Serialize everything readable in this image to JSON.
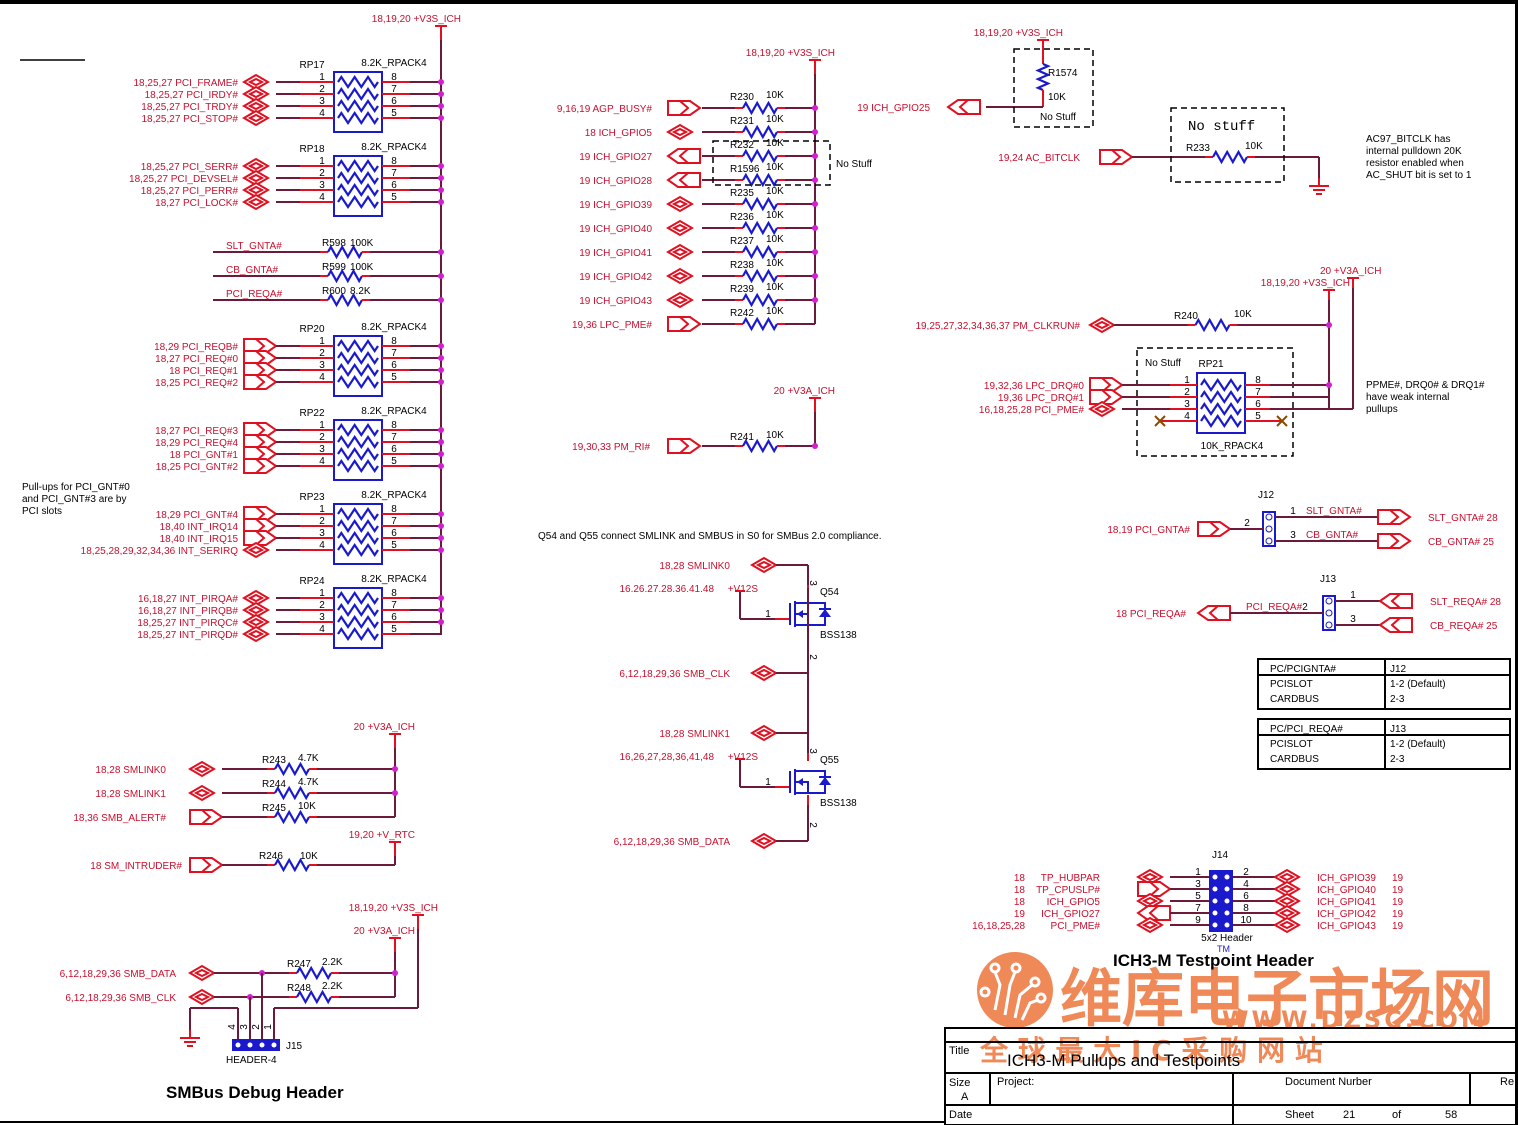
{
  "sheet": {
    "title_label": "Title",
    "title": "ICH3-M Pullups and Testpoints",
    "size_label": "Size",
    "size": "A",
    "project_label": "Project:",
    "document_number_label": "Document Nurber",
    "rev_label": "Re",
    "date_label": "Date",
    "sheet_label": "Sheet",
    "sheet_number": "21",
    "of_label": "of",
    "sheet_total": "58"
  },
  "watermark": {
    "brand_cn": "维库电子市场网",
    "url": "WWW.DZSC.COM",
    "slogan_cn": "全 球 最 大 I C 采 购 网 站",
    "tm": "TM"
  },
  "headings": {
    "smbus_debug": "SMBus Debug Header",
    "testpoint_header": "ICH3-M Testpoint Header"
  },
  "rails": {
    "v3s_main": "18,19,20  +V3S_ICH",
    "v3s_mid": "18,19,20  +V3S_ICH",
    "v3s_right": "18,19,20  +V3S_ICH",
    "v3a_pmri": "20  +V3A_ICH",
    "v3a_rp21": "20  +V3A_ICH",
    "v3s_rp21": "18,19,20  +V3S_ICH",
    "v3a_smlink": "20  +V3A_ICH",
    "vrtc": "19,20  +V_RTC",
    "v3s_debug": "18,19,20  +V3S_ICH",
    "v3a_debug": "20  +V3A_ICH"
  },
  "rpacks": [
    {
      "ref": "RP17",
      "value": "8.2K_RPACK4",
      "nets": [
        [
          "18,25,27",
          "PCI_FRAME#"
        ],
        [
          "18,25,27",
          "PCI_IRDY#"
        ],
        [
          "18,25,27",
          "PCI_TRDY#"
        ],
        [
          "18,25,27",
          "PCI_STOP#"
        ]
      ],
      "port": "bidir"
    },
    {
      "ref": "RP18",
      "value": "8.2K_RPACK4",
      "nets": [
        [
          "18,25,27",
          "PCI_SERR#"
        ],
        [
          "18,25,27",
          "PCI_DEVSEL#"
        ],
        [
          "18,25,27",
          "PCI_PERR#"
        ],
        [
          "18,27",
          "PCI_LOCK#"
        ]
      ],
      "port": "bidir"
    },
    {
      "ref": "RP20",
      "value": "8.2K_RPACK4",
      "nets": [
        [
          "18,29",
          "PCI_REQB#"
        ],
        [
          "18,27",
          "PCI_REQ#0"
        ],
        [
          "18",
          "PCI_REQ#1"
        ],
        [
          "18,25",
          "PCI_REQ#2"
        ]
      ],
      "port": "in"
    },
    {
      "ref": "RP22",
      "value": "8.2K_RPACK4",
      "nets": [
        [
          "18,27",
          "PCI_REQ#3"
        ],
        [
          "18,29",
          "PCI_REQ#4"
        ],
        [
          "18",
          "PCI_GNT#1"
        ],
        [
          "18,25",
          "PCI_GNT#2"
        ]
      ],
      "port": "in"
    },
    {
      "ref": "RP23",
      "value": "8.2K_RPACK4",
      "nets": [
        [
          "18,29",
          "PCI_GNT#4"
        ],
        [
          "18,40",
          "INT_IRQ14"
        ],
        [
          "18,40",
          "INT_IRQ15"
        ],
        [
          "18,25,28,29,32,34,36",
          "INT_SERIRQ"
        ]
      ],
      "port": "mixed"
    },
    {
      "ref": "RP24",
      "value": "8.2K_RPACK4",
      "nets": [
        [
          "16,18,27",
          "INT_PIRQA#"
        ],
        [
          "16,18,27",
          "INT_PIRQB#"
        ],
        [
          "18,25,27",
          "INT_PIRQC#"
        ],
        [
          "18,25,27",
          "INT_PIRQD#"
        ]
      ],
      "port": "bidir"
    }
  ],
  "pin_numbers": {
    "left": [
      "1",
      "2",
      "3",
      "4"
    ],
    "right": [
      "8",
      "7",
      "6",
      "5"
    ]
  },
  "single_pullups_left": [
    {
      "net": "SLT_GNTA#",
      "ref": "R598",
      "value": "100K"
    },
    {
      "net": "CB_GNTA#",
      "ref": "R599",
      "value": "100K"
    },
    {
      "net": "PCI_REQA#",
      "ref": "R600",
      "value": "8.2K"
    }
  ],
  "pci_gnt_note": [
    "Pull-ups for PCI_GNT#0",
    "and PCI_GNT#3 are by",
    "PCI slots"
  ],
  "gpio_pullups": [
    {
      "pages": "9,16,19",
      "net": "AGP_BUSY#",
      "ref": "R230",
      "value": "10K",
      "port": "in"
    },
    {
      "pages": "18",
      "net": "ICH_GPIO5",
      "ref": "R231",
      "value": "10K",
      "port": "bidir"
    },
    {
      "pages": "19",
      "net": "ICH_GPIO27",
      "ref": "R232",
      "value": "10K",
      "port": "out"
    },
    {
      "pages": "19",
      "net": "ICH_GPIO28",
      "ref": "R1596",
      "value": "10K",
      "port": "out"
    },
    {
      "pages": "19",
      "net": "ICH_GPIO39",
      "ref": "R235",
      "value": "10K",
      "port": "bidir"
    },
    {
      "pages": "19",
      "net": "ICH_GPIO40",
      "ref": "R236",
      "value": "10K",
      "port": "bidir"
    },
    {
      "pages": "19",
      "net": "ICH_GPIO41",
      "ref": "R237",
      "value": "10K",
      "port": "bidir"
    },
    {
      "pages": "19",
      "net": "ICH_GPIO42",
      "ref": "R238",
      "value": "10K",
      "port": "bidir"
    },
    {
      "pages": "19",
      "net": "ICH_GPIO43",
      "ref": "R239",
      "value": "10K",
      "port": "bidir"
    },
    {
      "pages": "19,36",
      "net": "LPC_PME#",
      "ref": "R242",
      "value": "10K",
      "port": "in"
    }
  ],
  "no_stuff": "No Stuff",
  "no_stuff_lower": "No stuff",
  "pm_ri": {
    "pages": "19,30,33",
    "net": "PM_RI#",
    "ref": "R241",
    "value": "10K"
  },
  "smbus_note": "Q54 and Q55 connect SMLINK and SMBUS in S0 for SMBus 2.0 compliance.",
  "fets": [
    {
      "ref": "Q54",
      "part": "BSS138",
      "top_pages": "18,28",
      "top_net": "SMLINK0",
      "gate_pages": "16.26.27.28.36.41.48",
      "gate_net": "+V12S",
      "bot_pages": "6,12,18,29,36",
      "bot_net": "SMB_CLK"
    },
    {
      "ref": "Q55",
      "part": "BSS138",
      "top_pages": "18,28",
      "top_net": "SMLINK1",
      "gate_pages": "16,26,27,28,36,41,48",
      "gate_net": "+V12S",
      "bot_pages": "6,12,18,29,36",
      "bot_net": "SMB_DATA"
    }
  ],
  "fet_pins": {
    "drain": "3",
    "gate": "1",
    "source": "2"
  },
  "gpio25": {
    "pages": "19",
    "net": "ICH_GPIO25",
    "ref": "R1574",
    "value": "10K"
  },
  "ac_bitclk": {
    "pages": "19,24",
    "net": "AC_BITCLK",
    "ref": "R233",
    "value": "10K",
    "note": [
      "AC97_BITCLK has",
      "internal pulldown 20K",
      "resistor enabled when",
      "AC_SHUT bit is set to 1"
    ]
  },
  "clkrun": {
    "pages": "19,25,27,32,34,36,37",
    "net": "PM_CLKRUN#",
    "ref": "R240",
    "value": "10K"
  },
  "rp21": {
    "ref": "RP21",
    "value": "10K_RPACK4",
    "nets": [
      [
        "19,32,36",
        "LPC_DRQ#0"
      ],
      [
        "19,36",
        "LPC_DRQ#1"
      ],
      [
        "16,18,25,28",
        "PCI_PME#"
      ]
    ],
    "note": [
      "PPME#, DRQ0# & DRQ1#",
      "have weak internal",
      "pullups"
    ]
  },
  "j12": {
    "ref": "J12",
    "in_pages": "18,19",
    "in_net": "PCI_GNTA#",
    "pin_in": "2",
    "outs": [
      {
        "pin": "1",
        "net": "SLT_GNTA#",
        "dest": "SLT_GNTA#  28"
      },
      {
        "pin": "3",
        "net": "CB_GNTA#",
        "dest": "CB_GNTA#  25"
      }
    ]
  },
  "j13": {
    "ref": "J13",
    "out_pages": "18",
    "out_net": "PCI_REQA#",
    "wire_net": "PCI_REQA#",
    "pin_out": "2",
    "ins": [
      {
        "pin": "1",
        "dest": "SLT_REQA#  28"
      },
      {
        "pin": "3",
        "dest": "CB_REQA#  25"
      }
    ]
  },
  "jumper_tables": [
    {
      "rows": [
        [
          "PC/PCIGNTA#",
          "J12"
        ],
        [
          "PCISLOT",
          "1-2 (Default)"
        ],
        [
          "CARDBUS",
          "2-3"
        ]
      ]
    },
    {
      "rows": [
        [
          "PC/PCI_REQA#",
          "J13"
        ],
        [
          "PCISLOT",
          "1-2 (Default)"
        ],
        [
          "CARDBUS",
          "2-3"
        ]
      ]
    }
  ],
  "smlink_pullups": [
    {
      "pages": "18,28",
      "net": "SMLINK0",
      "ref": "R243",
      "value": "4.7K",
      "port": "bidir"
    },
    {
      "pages": "18,28",
      "net": "SMLINK1",
      "ref": "R244",
      "value": "4.7K",
      "port": "bidir"
    },
    {
      "pages": "18,36",
      "net": "SMB_ALERT#",
      "ref": "R245",
      "value": "10K",
      "port": "in"
    }
  ],
  "intruder": {
    "pages": "18",
    "net": "SM_INTRUDER#",
    "ref": "R246",
    "value": "10K"
  },
  "debug_header": {
    "ref": "J15",
    "part": "HEADER-4",
    "pins": [
      "4",
      "3",
      "2",
      "1"
    ],
    "nets": [
      {
        "pages": "6,12,18,29,36",
        "net": "SMB_DATA",
        "ref": "R247",
        "value": "2.2K"
      },
      {
        "pages": "6,12,18,29,36",
        "net": "SMB_CLK",
        "ref": "R248",
        "value": "2.2K"
      }
    ]
  },
  "j14": {
    "ref": "J14",
    "part": "5x2 Header",
    "left": [
      [
        "18",
        "TP_HUBPAR",
        "1"
      ],
      [
        "18",
        "TP_CPUSLP#",
        "3"
      ],
      [
        "18",
        "ICH_GPIO5",
        "5"
      ],
      [
        "19",
        "ICH_GPIO27",
        "7"
      ],
      [
        "16,18,25,28",
        "PCI_PME#",
        "9"
      ]
    ],
    "right": [
      [
        "ICH_GPIO39",
        "19",
        "2"
      ],
      [
        "ICH_GPIO40",
        "19",
        "4"
      ],
      [
        "ICH_GPIO41",
        "19",
        "6"
      ],
      [
        "ICH_GPIO42",
        "19",
        "8"
      ],
      [
        "ICH_GPIO43",
        "19",
        "10"
      ]
    ]
  }
}
